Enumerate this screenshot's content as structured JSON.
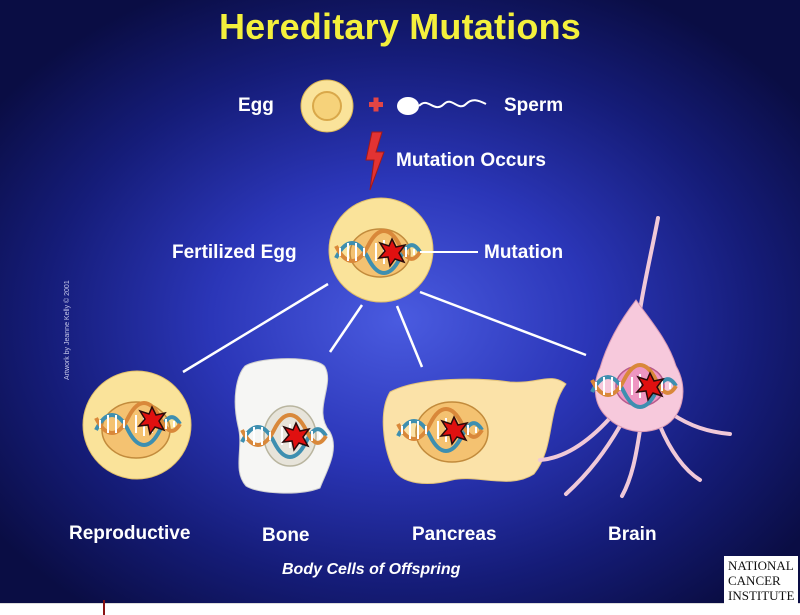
{
  "title": "Hereditary Mutations",
  "labels": {
    "egg": "Egg",
    "sperm": "Sperm",
    "mutation_occurs": "Mutation Occurs",
    "fertilized_egg": "Fertilized Egg",
    "mutation": "Mutation",
    "reproductive": "Reproductive",
    "bone": "Bone",
    "pancreas": "Pancreas",
    "brain": "Brain",
    "body_cells": "Body Cells of Offspring",
    "credit": "Artwork by Jeanne Kelly © 2001"
  },
  "logo": {
    "lines": [
      "NATIONAL",
      "CANCER",
      "INSTITUTE"
    ]
  },
  "colors": {
    "title": "#f4f03c",
    "cell_yellow": "#fae39a",
    "cell_nucleus": "#f4c271",
    "cell_bone": "#f6f6f4",
    "cell_pancreas": "#fbe2a8",
    "cell_brain": "#f7c9dc",
    "mutation_star": "#e01010",
    "lightning": "#e23333"
  }
}
